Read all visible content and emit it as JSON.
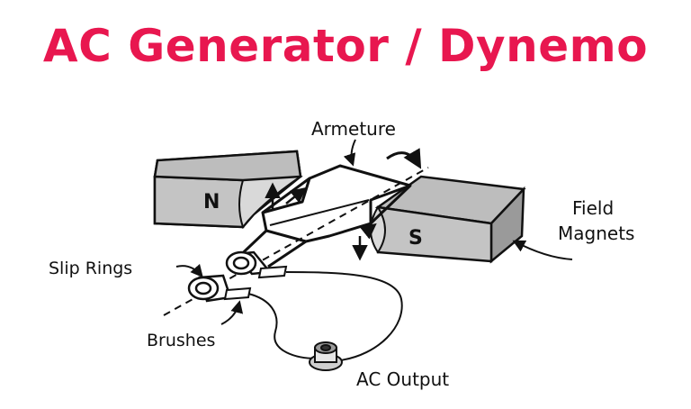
{
  "title": "AC Generator / Dynemo",
  "labels": {
    "armature": "Armeture",
    "field_magnets_line1": "Field",
    "field_magnets_line2": "Magnets",
    "slip_rings": "Slip Rings",
    "brushes": "Brushes",
    "ac_output": "AC Output",
    "north": "N",
    "south": "S"
  },
  "colors": {
    "title": "#e8174f",
    "magnet_top": "#bdbdbd",
    "magnet_side": "#a9a9a9",
    "ink": "#111111"
  }
}
